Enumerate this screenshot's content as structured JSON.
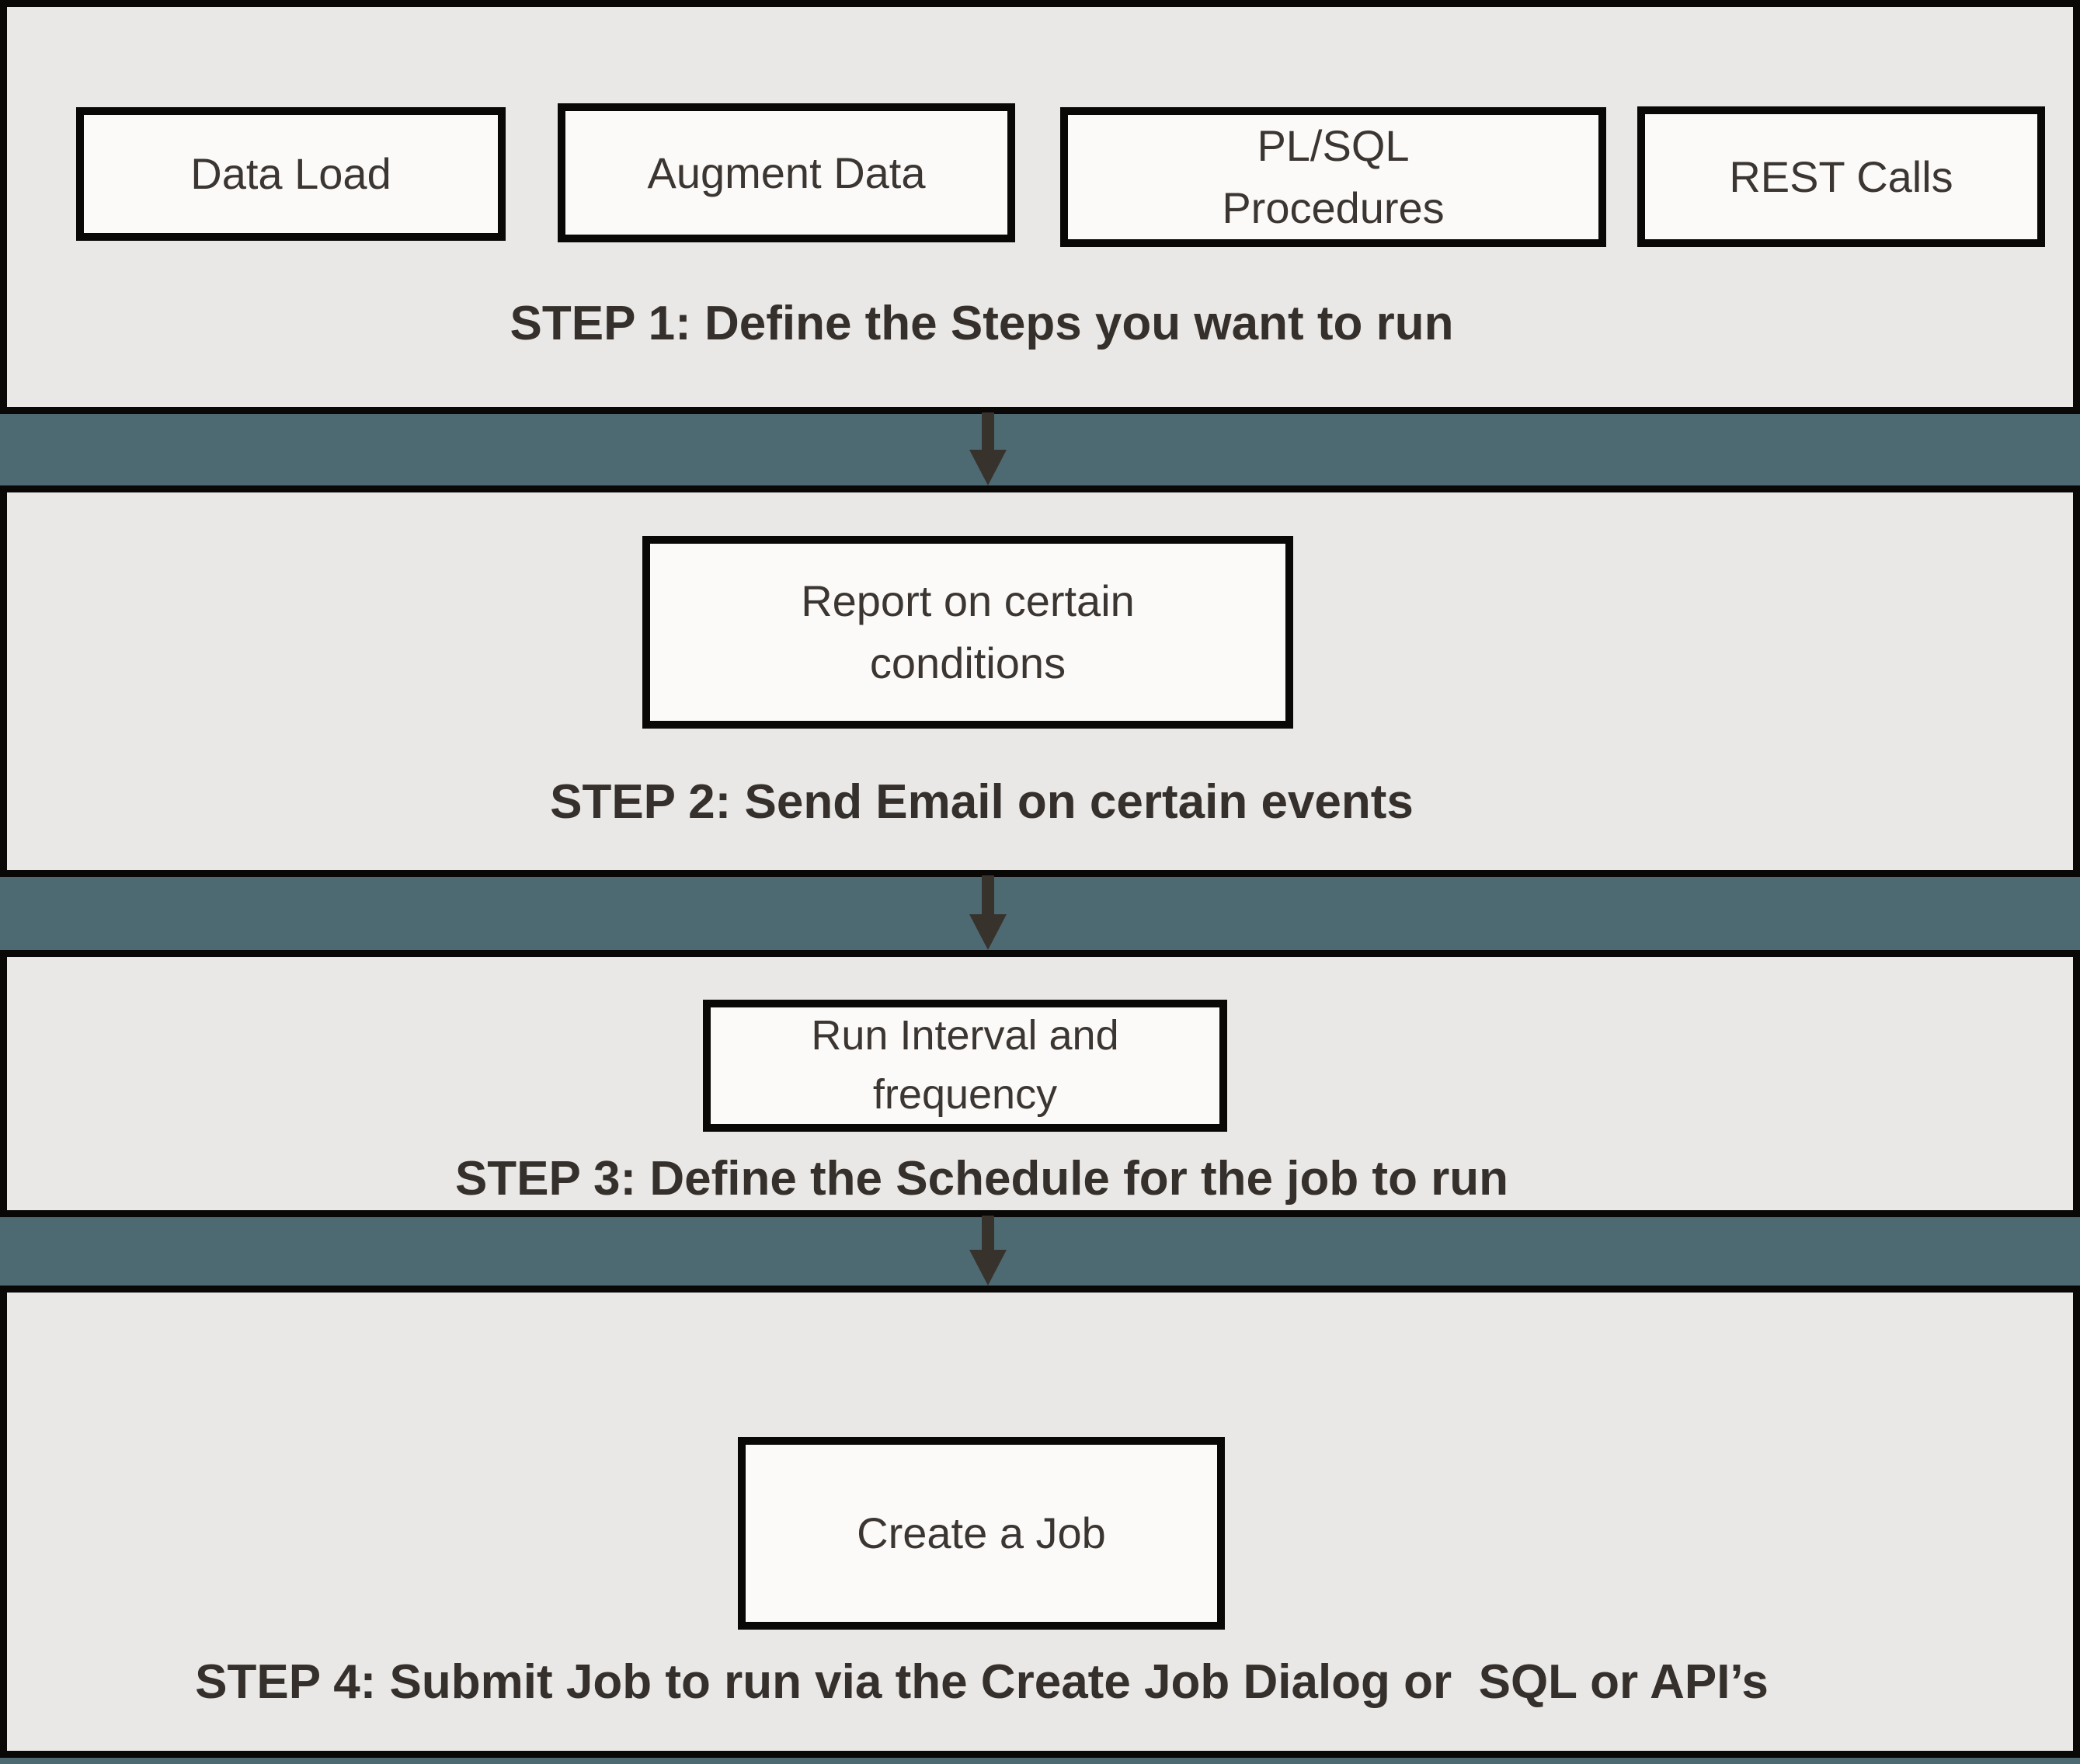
{
  "colors": {
    "background_teal": "#4d6a72",
    "panel_bg": "#e9e8e6",
    "panel_border": "#0a0806",
    "node_bg": "#fbfaf9",
    "node_border": "#0a0806",
    "node_text": "#3b3632",
    "caption_text": "#35302c",
    "arrow": "#38322d"
  },
  "sections": [
    {
      "caption": "STEP 1: Define the Steps you want to run",
      "boxes": [
        "Data Load",
        "Augment Data",
        "PL/SQL Procedures",
        "REST Calls"
      ]
    },
    {
      "caption": "STEP 2: Send Email on certain events",
      "boxes": [
        "Report on certain conditions"
      ]
    },
    {
      "caption": "STEP 3: Define the Schedule for the job to run",
      "boxes": [
        "Run Interval and frequency"
      ]
    },
    {
      "caption": "STEP 4: Submit Job to run via the Create Job Dialog or  SQL or API’s",
      "boxes": [
        "Create a Job"
      ]
    }
  ]
}
